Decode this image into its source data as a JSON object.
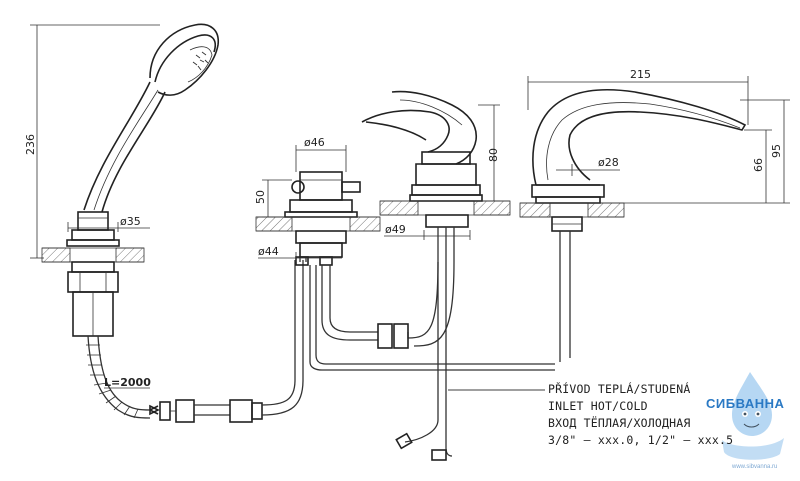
{
  "dimensions": {
    "handshower_height": "236",
    "hose_nut_diameter": "ø35",
    "hose_length": "L=2000",
    "diverter_diameter": "ø46",
    "diverter_height": "50",
    "diverter_base_diameter": "ø44",
    "mixer_height": "80",
    "mixer_base_diameter": "ø49",
    "spout_length": "215",
    "spout_diameter": "ø28",
    "spout_height_inner": "66",
    "spout_height_outer": "95"
  },
  "inlet_label": {
    "line1": "PŘÍVOD TEPLÁ/STUDENÁ",
    "line2": "INLET HOT/COLD",
    "line3": "ВХОД ТЁПЛАЯ/ХОЛОДНАЯ",
    "line4": "3/8\" – xxx.0, 1/2\" – xxx.5"
  },
  "watermark": {
    "brand": "СИБВАННА",
    "url": "www.sibvanna.ru"
  },
  "colors": {
    "line": "#222222",
    "brand_blue": "#2a79c4",
    "drop_blue": "#6fb0e6"
  }
}
